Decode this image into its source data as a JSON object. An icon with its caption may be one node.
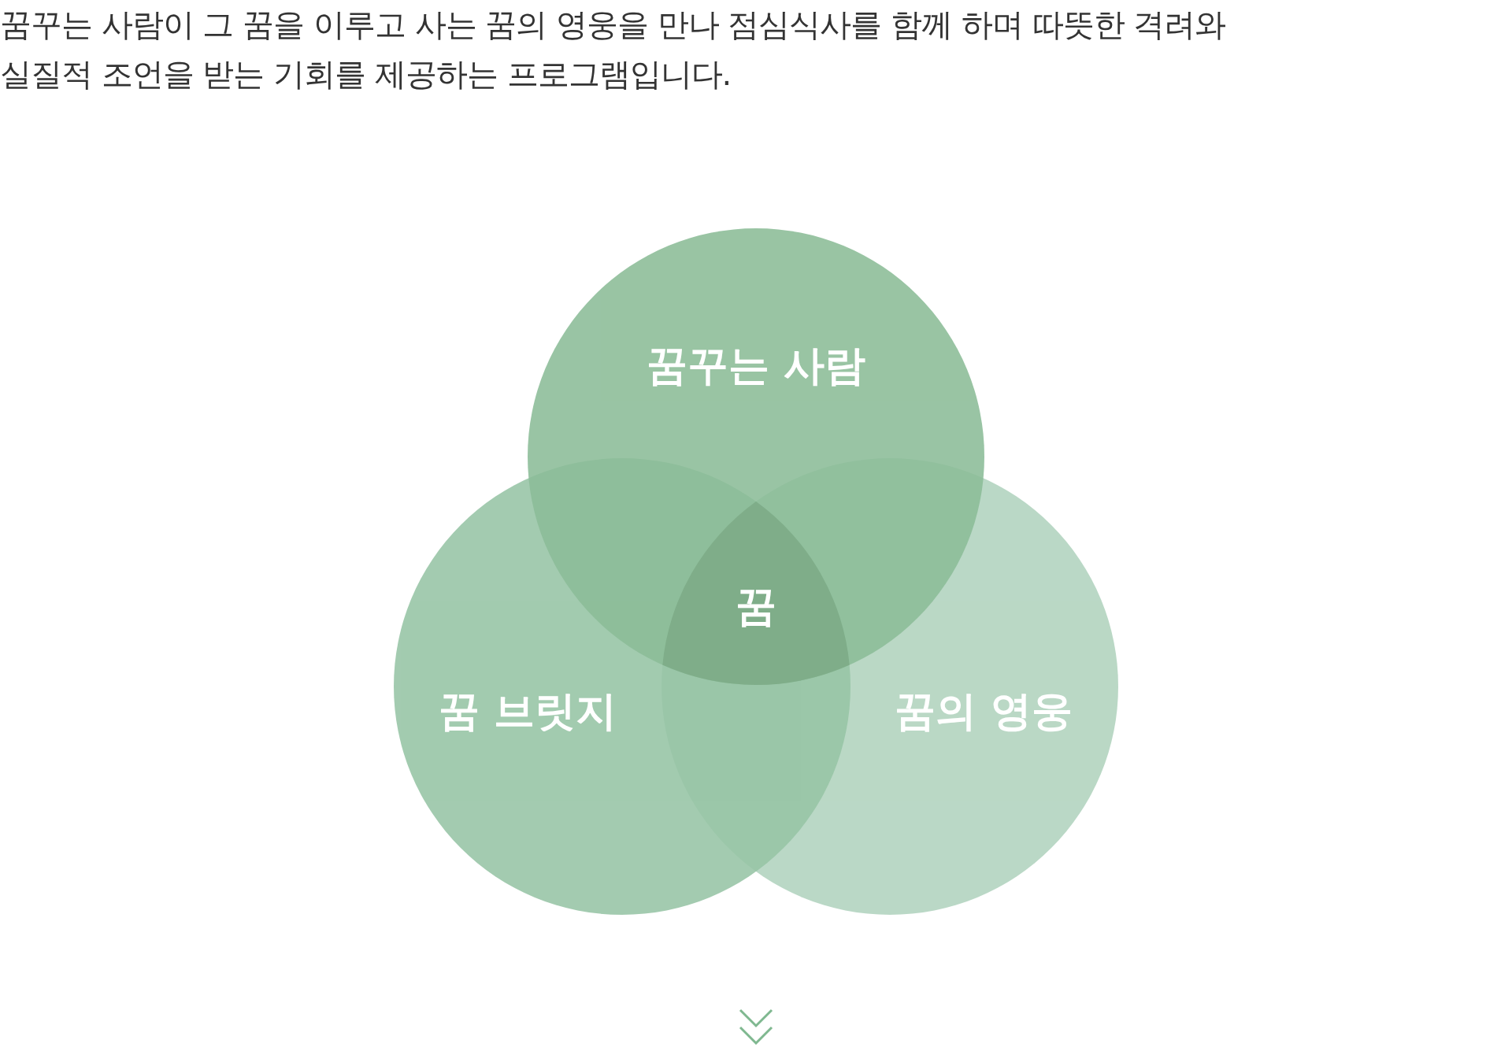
{
  "diagram": {
    "nodes": [
      {
        "text": [
          "꿈꾸는 사람"
        ]
      },
      {
        "text": [
          "꿈"
        ]
      },
      {
        "text": [
          "꿈 브릿지"
        ]
      },
      {
        "text": [
          "꿈의 영웅"
        ]
      }
    ],
    "labels": [
      "꿈꾸는 사람이 그 꿈을 이루고 사는 꿈의 영웅을 만나 점심식사를 함께 하며 따뜻한 격려와 실질적 조언을 받는 기회를 제공하는 프로그램입니다."
    ]
  }
}
